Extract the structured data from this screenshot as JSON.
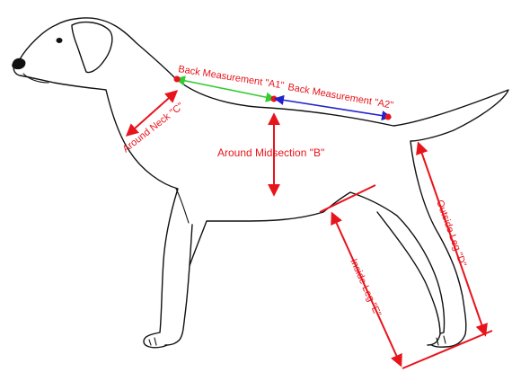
{
  "colors": {
    "measure": "#e8141c",
    "back_a1": "#33cc33",
    "back_a2": "#2222cc",
    "outline": "#111111",
    "background": "#ffffff"
  },
  "labels": {
    "back_a1": "Back Measurement \"A1\"",
    "back_a2": "Back Measurement \"A2\"",
    "neck": "Around Neck \"C\"",
    "midsection": "Around Midsection \"B\"",
    "outside_leg": "Outside Leg \"D\"",
    "inside_leg": "Inside Leg \"E\""
  }
}
